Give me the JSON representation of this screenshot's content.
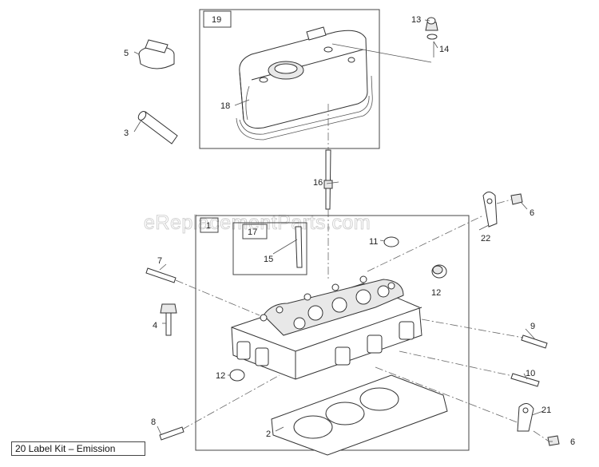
{
  "watermark": "eReplacementParts.com",
  "kit_label": "20 Label Kit – Emission",
  "callouts": {
    "c1": "1",
    "c2": "2",
    "c3": "3",
    "c4": "4",
    "c5": "5",
    "c6a": "6",
    "c6b": "6",
    "c7": "7",
    "c8": "8",
    "c9": "9",
    "c10": "10",
    "c11": "11",
    "c12a": "12",
    "c12b": "12",
    "c13": "13",
    "c14": "14",
    "c15": "15",
    "c16": "16",
    "c17": "17",
    "c18": "18",
    "c19": "19",
    "c21": "21",
    "c22": "22"
  }
}
